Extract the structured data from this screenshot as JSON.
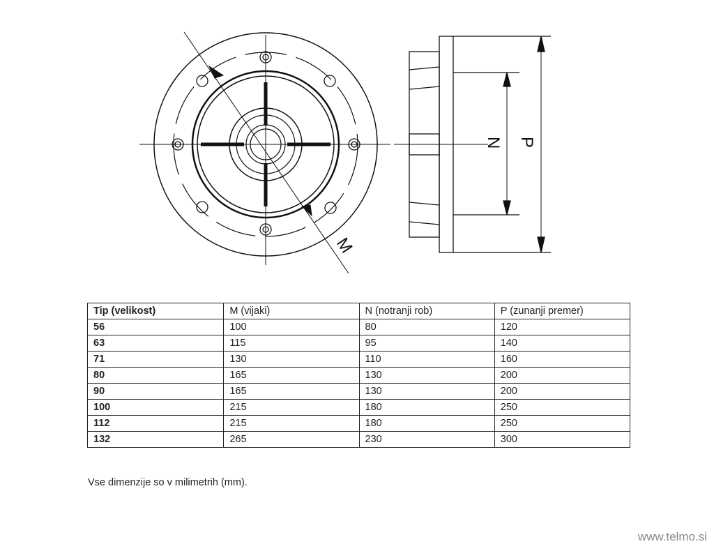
{
  "drawing": {
    "label_m": "M",
    "label_n": "N",
    "label_p": "P"
  },
  "table": {
    "headers": [
      "Tip (velikost)",
      "M (vijaki)",
      "N (notranji rob)",
      "P (zunanji premer)"
    ],
    "rows": [
      [
        "56",
        "100",
        "80",
        "120"
      ],
      [
        "63",
        "115",
        "95",
        "140"
      ],
      [
        "71",
        "130",
        "110",
        "160"
      ],
      [
        "80",
        "165",
        "130",
        "200"
      ],
      [
        "90",
        "165",
        "130",
        "200"
      ],
      [
        "100",
        "215",
        "180",
        "250"
      ],
      [
        "112",
        "215",
        "180",
        "250"
      ],
      [
        "132",
        "265",
        "230",
        "300"
      ]
    ]
  },
  "note": "Vse dimenzije so v milimetrih (mm).",
  "watermark": "www.telmo.si"
}
